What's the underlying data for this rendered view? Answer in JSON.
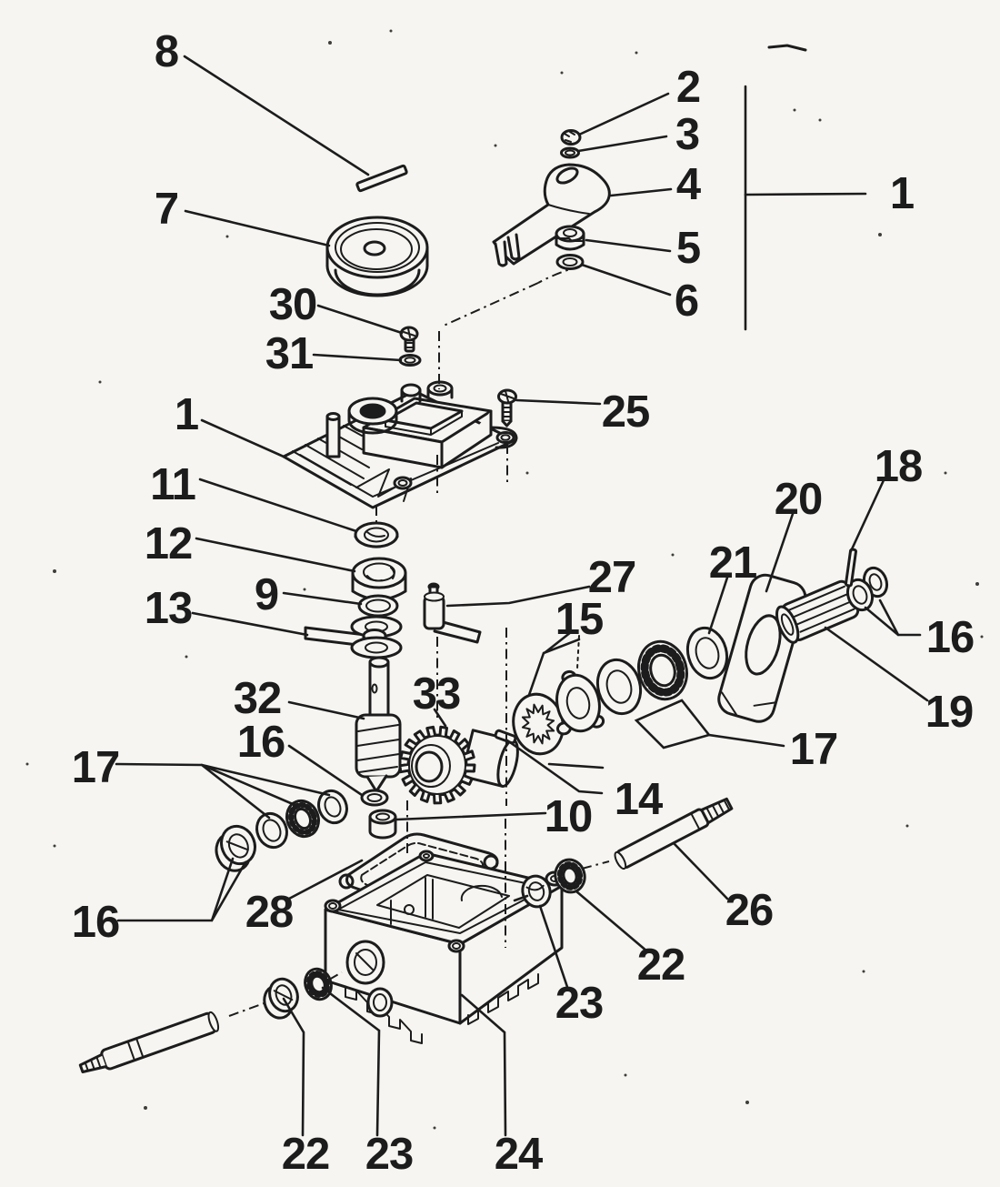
{
  "colors": {
    "paper": "#f6f5f1",
    "ink": "#1c1c1c"
  },
  "labels": {
    "n1": "1",
    "n2": "2",
    "n3": "3",
    "n4": "4",
    "n5": "5",
    "n6": "6",
    "n7": "7",
    "n8": "8",
    "n9": "9",
    "n10": "10",
    "n11": "11",
    "n12": "12",
    "n13": "13",
    "n14": "14",
    "n15": "15",
    "n16": "16",
    "n17": "17",
    "n18": "18",
    "n19": "19",
    "n20": "20",
    "n21": "21",
    "n22": "22",
    "n23": "23",
    "n24": "24",
    "n25": "25",
    "n26": "26",
    "n27": "27",
    "n28": "28",
    "n30": "30",
    "n31": "31",
    "n32": "32",
    "n33": "33"
  }
}
